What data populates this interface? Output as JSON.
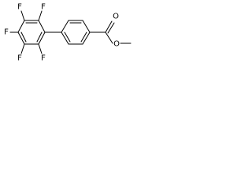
{
  "molecule": {
    "atoms": {
      "f1": "F",
      "f2": "F",
      "f3": "F",
      "f4": "F",
      "f5": "F",
      "o_carbonyl": "O",
      "o_ester": "O"
    }
  },
  "colors": {
    "bond": "#000000",
    "label": "#000000",
    "background": "#ffffff"
  }
}
